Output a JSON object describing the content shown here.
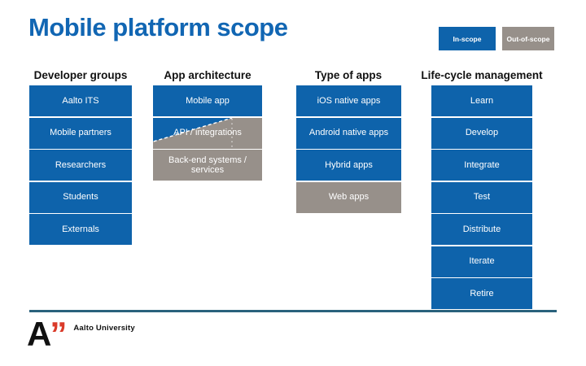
{
  "title": "Mobile platform scope",
  "legend": {
    "in_scope": "In-scope",
    "out_of_scope": "Out-of-scope"
  },
  "columns": [
    {
      "header": "Developer groups",
      "items": [
        {
          "label": "Aalto ITS",
          "scope": "in"
        },
        {
          "label": "Mobile partners",
          "scope": "in"
        },
        {
          "label": "Researchers",
          "scope": "in"
        },
        {
          "label": "Students",
          "scope": "in"
        },
        {
          "label": "Externals",
          "scope": "in"
        }
      ]
    },
    {
      "header": "App architecture",
      "items": [
        {
          "label": "Mobile app",
          "scope": "in"
        },
        {
          "label": "API / integrations",
          "scope": "partial"
        },
        {
          "label": "Back-end systems / services",
          "scope": "out"
        }
      ]
    },
    {
      "header": "Type of apps",
      "items": [
        {
          "label": "iOS native apps",
          "scope": "in"
        },
        {
          "label": "Android native apps",
          "scope": "in"
        },
        {
          "label": "Hybrid apps",
          "scope": "in"
        },
        {
          "label": "Web apps",
          "scope": "out"
        }
      ]
    },
    {
      "header": "Life-cycle management",
      "items": [
        {
          "label": "Learn",
          "scope": "in"
        },
        {
          "label": "Develop",
          "scope": "in"
        },
        {
          "label": "Integrate",
          "scope": "in"
        },
        {
          "label": "Test",
          "scope": "in"
        },
        {
          "label": "Distribute",
          "scope": "in"
        },
        {
          "label": "Iterate",
          "scope": "in"
        },
        {
          "label": "Retire",
          "scope": "in"
        }
      ]
    }
  ],
  "footer": {
    "logo_letter": "A",
    "logo_quote": "”",
    "brand": "Aalto University"
  },
  "colors": {
    "in_scope": "#0e63ab",
    "out_of_scope": "#97908a",
    "title": "#1166b3",
    "rule": "#2a627c",
    "logo_red": "#da3b2a",
    "header_text": "#111111",
    "box_text": "#ffffff"
  }
}
